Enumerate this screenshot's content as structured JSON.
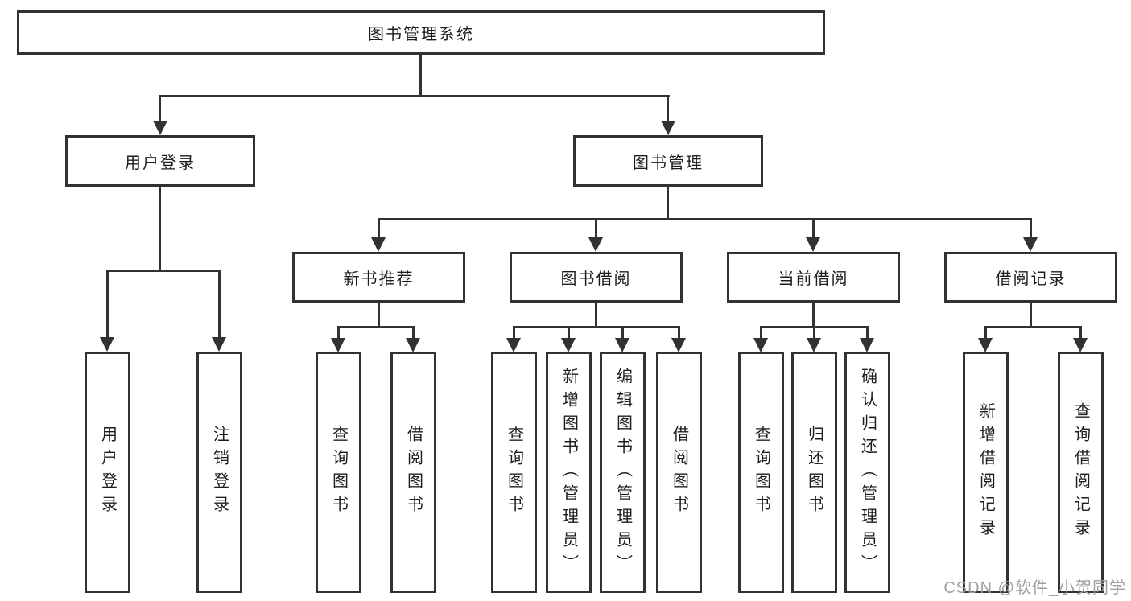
{
  "tree": {
    "root": {
      "label": "图书管理系统"
    },
    "level2": [
      {
        "label": "用户登录"
      },
      {
        "label": "图书管理"
      }
    ],
    "level3": [
      {
        "label": "新书推荐"
      },
      {
        "label": "图书借阅"
      },
      {
        "label": "当前借阅"
      },
      {
        "label": "借阅记录"
      }
    ],
    "leaves": {
      "user_login": [
        "用户登录",
        "注销登录"
      ],
      "new_book": [
        "查询图书",
        "借阅图书"
      ],
      "book_borrow": [
        "查询图书",
        "新增图书（管理员）",
        "编辑图书（管理员）",
        "借阅图书"
      ],
      "current_borrow": [
        "查询图书",
        "归还图书",
        "确认归还（管理员）"
      ],
      "borrow_record": [
        "新增借阅记录",
        "查询借阅记录"
      ]
    }
  },
  "watermark": {
    "text": "CSDN @软件_小贺同学"
  },
  "colors": {
    "line": "#323232",
    "text": "#1d1d1f",
    "watermark": "#9e9e9e",
    "background": "#ffffff"
  }
}
